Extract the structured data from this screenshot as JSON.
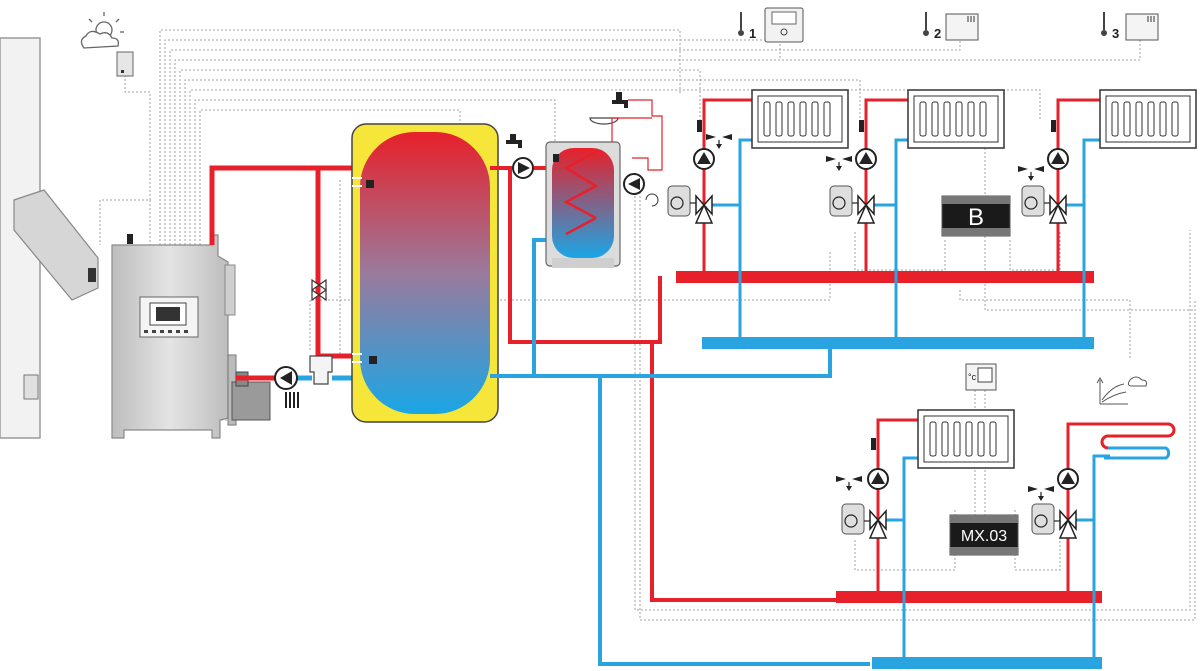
{
  "modules": {
    "b_label": "B",
    "mx_label": "MX.03"
  },
  "thermostats": {
    "t1_label": "1",
    "t2_label": "2",
    "t3_label": "3"
  },
  "room_sensor": {
    "unit_label": "°c"
  },
  "colors": {
    "supply": "#e8202a",
    "return": "#2aa4e0",
    "tank_jacket": "#f6e63a",
    "grey_equipment": "#c8c8c8",
    "signal_wire": "#999999"
  }
}
